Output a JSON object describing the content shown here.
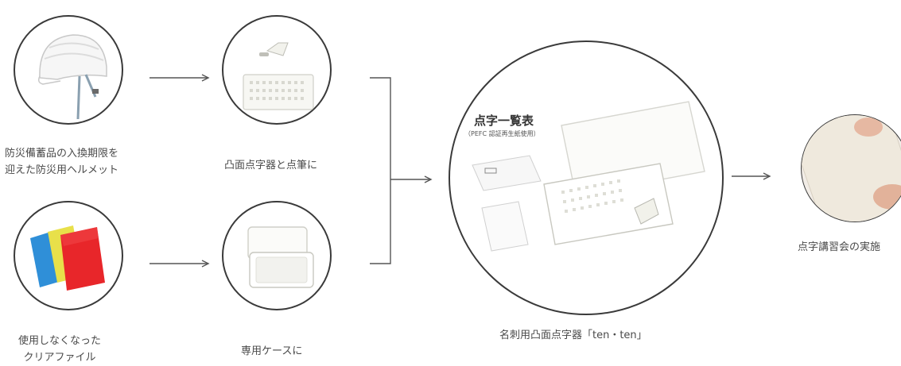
{
  "nodes": {
    "helmet": {
      "caption_lines": [
        "防災備蓄品の入換期限を",
        "迎えた防災用ヘルメット"
      ]
    },
    "clear_file": {
      "caption_lines": [
        "使用しなくなった",
        "クリアファイル"
      ]
    },
    "emboss_tool": {
      "caption_lines": [
        "凸面点字器と点筆に"
      ]
    },
    "case": {
      "caption_lines": [
        "専用ケースに"
      ]
    },
    "product": {
      "caption_lines": [
        "名刺用凸面点字器「ten・ten」"
      ],
      "inset_title": "点字一覧表",
      "inset_subtitle": "（PEFC 認証再生紙使用）"
    },
    "workshop": {
      "caption_lines": [
        "点字講習会の実施"
      ]
    }
  },
  "colors": {
    "circle_stroke": "#3a3a3a",
    "arrow": "#555555",
    "text": "#4a4a4a",
    "folder_blue": "#2f8fd8",
    "folder_yellow": "#e8e04a",
    "folder_red": "#e8262a"
  }
}
